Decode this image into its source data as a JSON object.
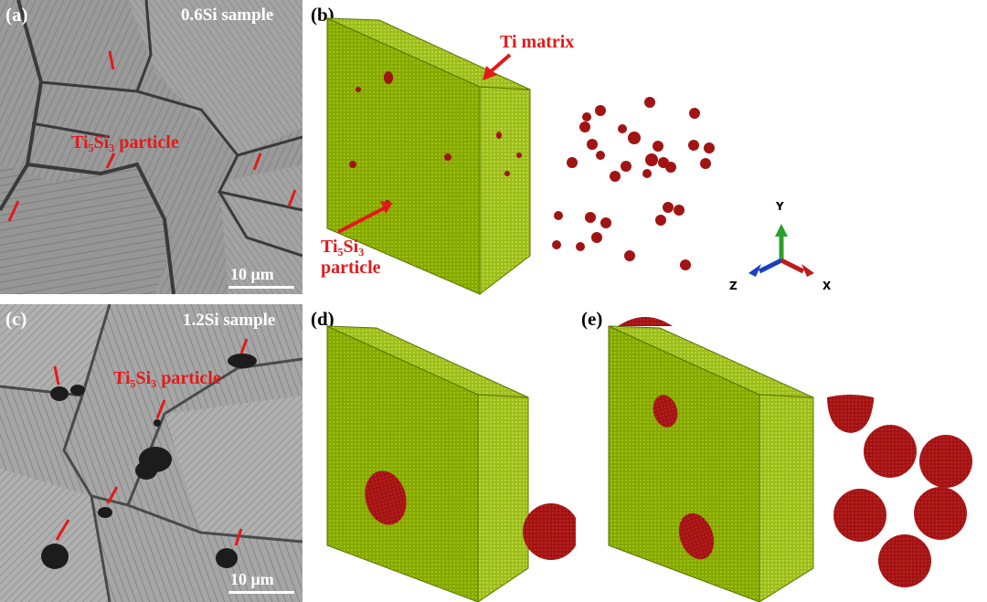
{
  "panels": {
    "a": {
      "label": "(a)",
      "sample": "0.6Si sample",
      "annotation": "Ti₅Si₃ particle",
      "scale": "10 μm"
    },
    "b": {
      "label": "(b)",
      "matrix_label": "Ti matrix",
      "particle_label_line1": "Ti₅Si₃",
      "particle_label_line2": "particle",
      "axes": {
        "y": "Y",
        "z": "Z",
        "x": "X"
      }
    },
    "c": {
      "label": "(c)",
      "sample": "1.2Si sample",
      "annotation": "Ti₅Si₃ particle",
      "scale": "10 μm"
    },
    "d": {
      "label": "(d)"
    },
    "e": {
      "label": "(e)"
    }
  },
  "colors": {
    "matrix": "#86a800",
    "matrix_light": "#a9c92a",
    "particle": "#a01414",
    "arrow": "#e31a1a",
    "axis_y": "#2aa02a",
    "axis_z": "#1a3fc0",
    "axis_x": "#c01a1a"
  }
}
